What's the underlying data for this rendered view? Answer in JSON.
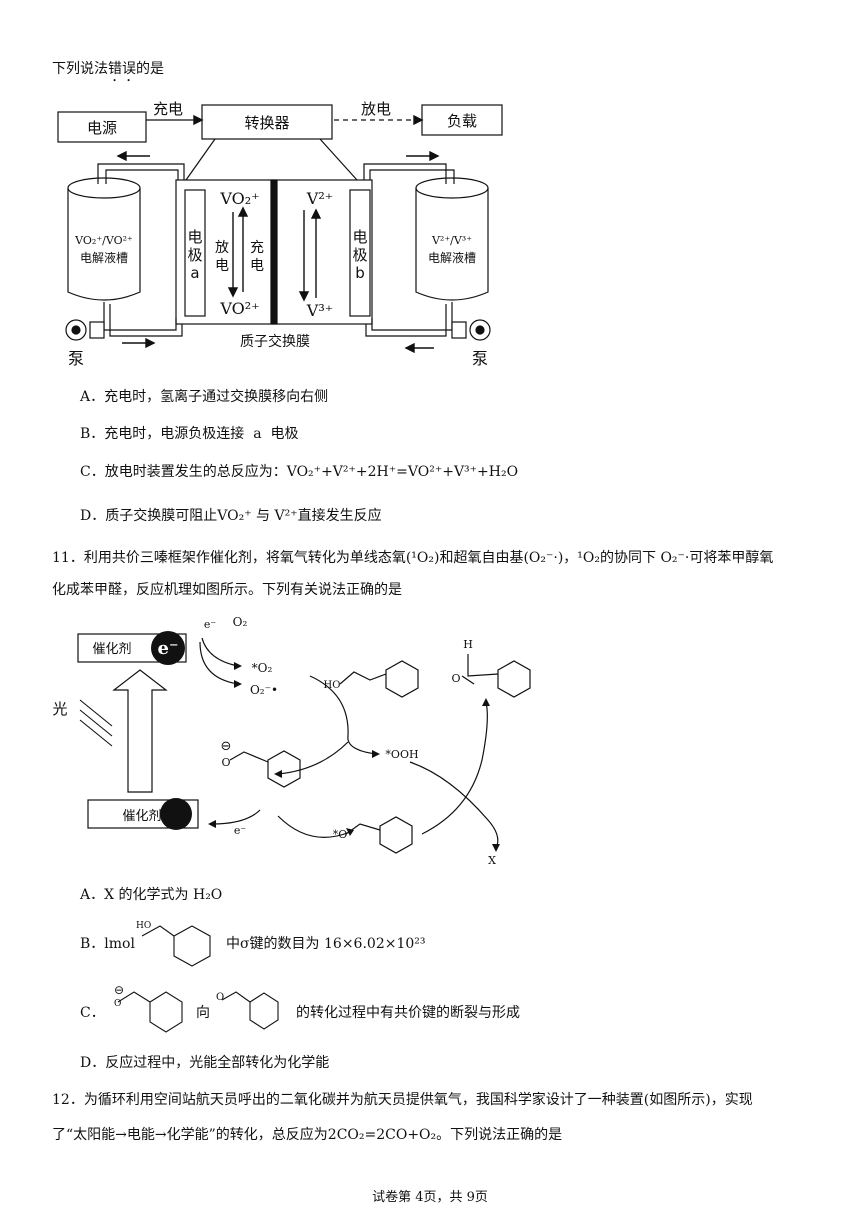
{
  "q10": {
    "prompt_pre": "下列说法",
    "prompt_emph": "错误",
    "prompt_post": "的是",
    "diagram": {
      "power_source": "电源",
      "charge_label": "充电",
      "converter": "转换器",
      "discharge_label": "放电",
      "load": "负载",
      "tank_left_line1": "VO₂⁺/VO²⁺",
      "tank_left_line2": "电解液槽",
      "tank_right_line1": "V²⁺/V³⁺",
      "tank_right_line2": "电解液槽",
      "electrode_a": [
        "电",
        "极",
        "a"
      ],
      "electrode_b": [
        "电",
        "极",
        "b"
      ],
      "left_top_ion": "VO₂⁺",
      "left_bottom_ion": "VO²⁺",
      "discharge_vertical": [
        "放",
        "电"
      ],
      "charge_vertical": [
        "充",
        "电"
      ],
      "right_top_ion": "V²⁺",
      "right_bottom_ion": "V³⁺",
      "membrane_label": "质子交换膜",
      "pump_left": "泵",
      "pump_right": "泵"
    },
    "optA": "A．充电时，氢离子通过交换膜移向右侧",
    "optB_pre": "B．充电时，电源负极连接",
    "optB_a": "a",
    "optB_post": "电极",
    "optC_pre": "C．放电时装置发生的总反应为：",
    "optC_eq": "VO₂⁺+V²⁺+2H⁺=VO²⁺+V³⁺+H₂O",
    "optD_pre": "D．质子交换膜可阻止",
    "optD_mid1": "VO₂⁺",
    "optD_mid2": "与",
    "optD_mid3": "V²⁺",
    "optD_post": "直接发生反应"
  },
  "q11": {
    "line1": "11．利用共价三嗪框架作催化剂，将氧气转化为单线态氧(¹O₂)和超氧自由基(O₂⁻·)，¹O₂的协同下 O₂⁻·可将苯甲醇氧",
    "line2": "化成苯甲醛，反应机理如图所示。下列有关说法正确的是",
    "diagram": {
      "catalyst_top": "催化剂",
      "electron": "e⁻",
      "e_small": "e⁻",
      "o2": "O₂",
      "singlet_o2": "*O₂",
      "superoxide": "O₂⁻•",
      "ho_label": "HO",
      "light": "光",
      "star_ooh": "*OOH",
      "h_label": "H",
      "o_label": "O",
      "o_minus": "⊖",
      "o_letter": "O",
      "catalyst_bottom": "催化剂",
      "e_bottom": "e⁻",
      "star_o": "*O",
      "x_label": "X"
    },
    "optA_pre": "A．X 的化学式为",
    "optA_formula": "H₂O",
    "optB_pre": "B．lmol",
    "optB_ho": "HO",
    "optB_post": "中σ键的数目为 16×6.02×10²³",
    "optC_pre": "C．",
    "optC_to": "向",
    "optC_post": "的转化过程中有共价键的断裂与形成",
    "optD": "D．反应过程中，光能全部转化为化学能"
  },
  "q12": {
    "line1": "12．为循环利用空间站航天员呼出的二氧化碳并为航天员提供氧气，我国科学家设计了一种装置(如图所示)，实现",
    "line2_pre": "了“太阳能→电能→化学能”的转化，总反应为",
    "line2_eq": "2CO₂=2CO+O₂",
    "line2_post": "。下列说法正确的是"
  },
  "footer": "试卷第 4页，共 9页"
}
